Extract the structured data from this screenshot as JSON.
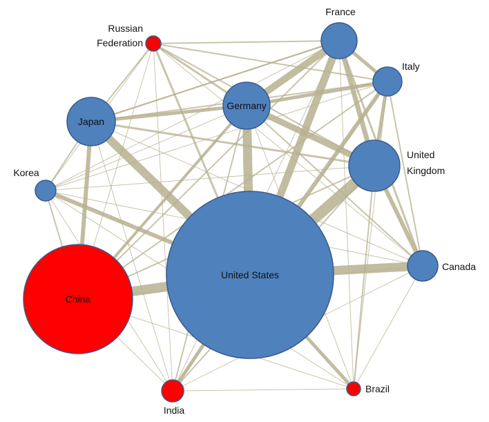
{
  "colors": {
    "edge": "#b7b08f",
    "node_blue": "#4f81bd",
    "node_red": "#ff0000",
    "node_stroke": "#3a5a8c"
  },
  "nodes": [
    {
      "id": "us",
      "label": "United States",
      "color": "blue"
    },
    {
      "id": "china",
      "label": "China",
      "color": "red"
    },
    {
      "id": "japan",
      "label": "Japan",
      "color": "blue"
    },
    {
      "id": "germany",
      "label": "Germany",
      "color": "blue"
    },
    {
      "id": "france",
      "label": "France",
      "color": "blue"
    },
    {
      "id": "italy",
      "label": "Italy",
      "color": "blue"
    },
    {
      "id": "uk",
      "label": "United Kingdom",
      "lines": [
        "United",
        "Kingdom"
      ],
      "color": "blue"
    },
    {
      "id": "canada",
      "label": "Canada",
      "color": "blue"
    },
    {
      "id": "korea",
      "label": "Korea",
      "color": "blue"
    },
    {
      "id": "russia",
      "label": "Russian Federation",
      "lines": [
        "Russian",
        "Federation"
      ],
      "color": "red"
    },
    {
      "id": "india",
      "label": "India",
      "color": "red"
    },
    {
      "id": "brazil",
      "label": "Brazil",
      "color": "red"
    }
  ]
}
